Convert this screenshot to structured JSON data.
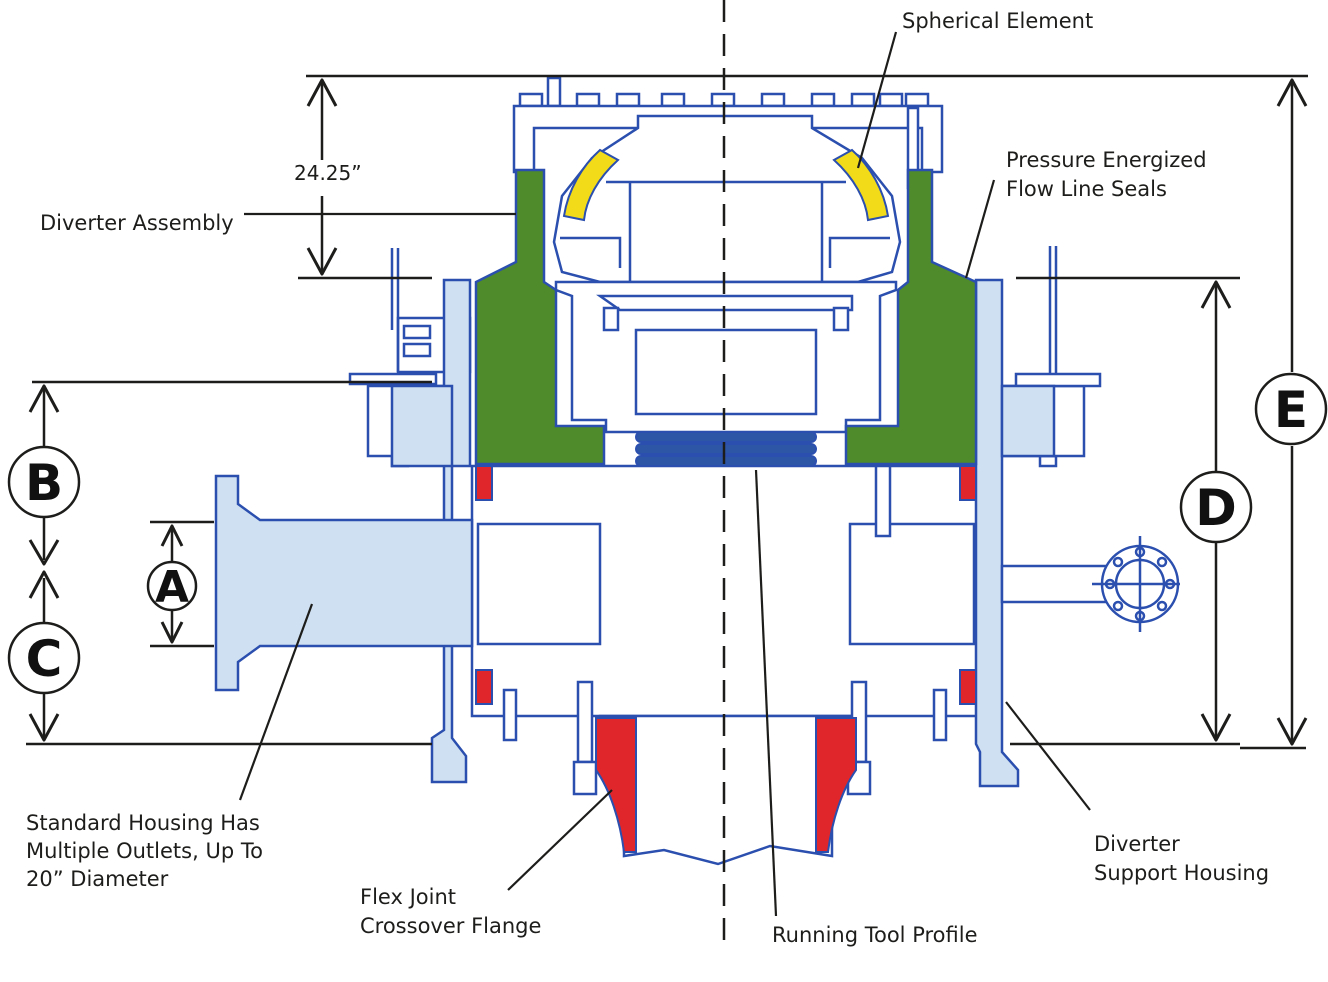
{
  "labels": {
    "spherical_element": "Spherical Element",
    "pressure_seals_line1": "Pressure Energized",
    "pressure_seals_line2": "Flow Line Seals",
    "diverter_assembly": "Diverter Assembly",
    "dimension_24": "24.25”",
    "standard_housing_line1": "Standard Housing Has",
    "standard_housing_line2": "Multiple Outlets, Up To",
    "standard_housing_line3": "20” Diameter",
    "flex_joint_line1": "Flex Joint",
    "flex_joint_line2": "Crossover Flange",
    "running_tool": "Running Tool Profile",
    "support_housing_line1": "Diverter",
    "support_housing_line2": "Support Housing"
  },
  "dimension_markers": {
    "a": "A",
    "b": "B",
    "c": "C",
    "d": "D",
    "e": "E"
  },
  "colors": {
    "outline": "#2b4fae",
    "housing_fill": "#cfe0f2",
    "green": "#4f8a2b",
    "yellow": "#f2dc1a",
    "red": "#e1262b",
    "seal_blue": "#2e56a6",
    "dark_line": "#1d1d1b"
  }
}
